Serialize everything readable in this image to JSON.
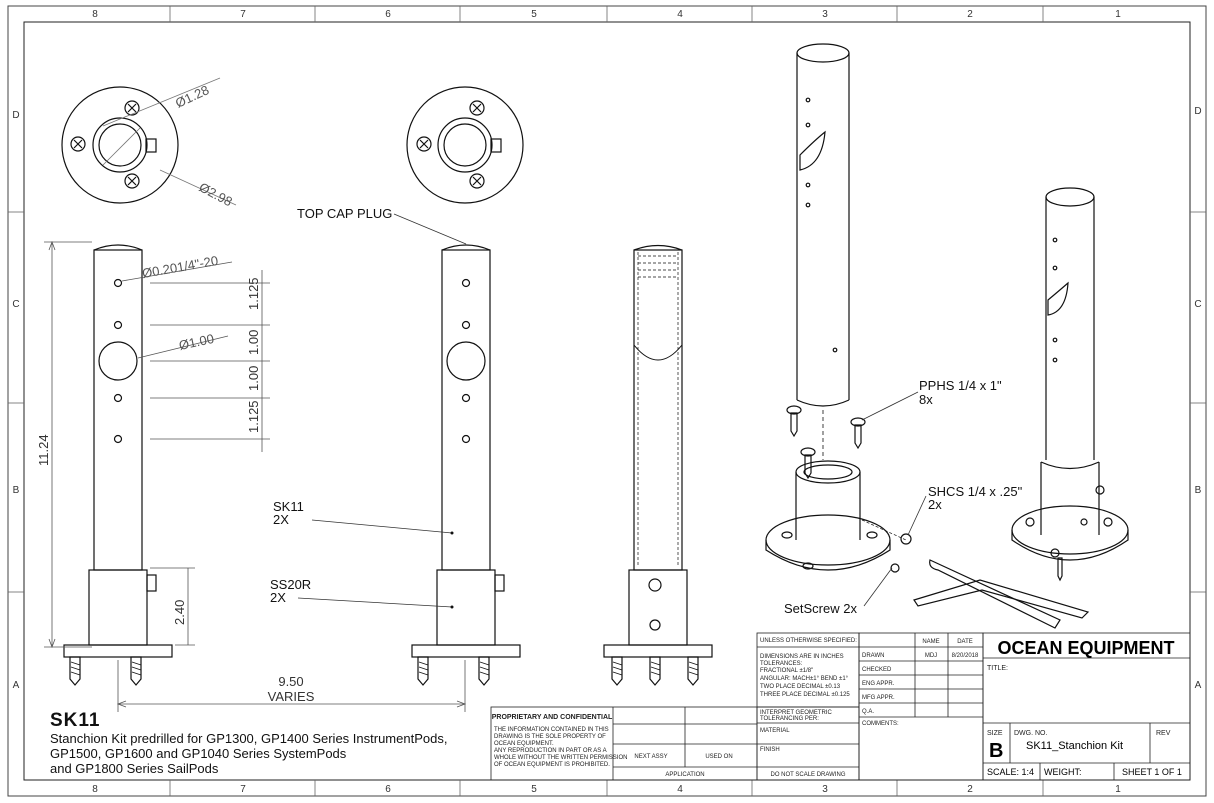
{
  "zones": {
    "columns": [
      "8",
      "7",
      "6",
      "5",
      "4",
      "3",
      "2",
      "1"
    ],
    "rows": [
      "D",
      "C",
      "B",
      "A"
    ]
  },
  "dimensions": {
    "bore_diameter": "Ø1.28",
    "flange_diameter": "Ø2.98",
    "tap_hole": "Ø0.201/4\"-20",
    "hole_diameter": "Ø1.00",
    "spacing_top": "1.125",
    "spacing_mid_upper": "1.00",
    "spacing_mid_lower": "1.00",
    "spacing_bottom": "1.125",
    "overall_height": "11.24",
    "base_height": "2.40",
    "length_value": "9.50",
    "length_varies": "VARIES"
  },
  "callouts": {
    "top_cap_plug": "TOP CAP PLUG",
    "sk11_name": "SK11",
    "sk11_qty": "2X",
    "ss20r_name": "SS20R",
    "ss20r_qty": "2X",
    "pphs_name": "PPHS 1/4 x 1\"",
    "pphs_qty": "8x",
    "shcs_name": "SHCS 1/4 x .25\"",
    "shcs_qty": "2x",
    "setscrew": "SetScrew 2x"
  },
  "product": {
    "code": "SK11",
    "description_lines": [
      "Stanchion Kit predrilled for GP1300, GP1400 Series InstrumentPods,",
      "GP1500, GP1600 and GP1040 Series SystemPods",
      "and GP1800 Series SailPods"
    ]
  },
  "proprietary": {
    "heading": "PROPRIETARY AND CONFIDENTIAL",
    "lines": [
      "THE INFORMATION CONTAINED IN THIS",
      "DRAWING IS THE SOLE PROPERTY OF",
      "OCEAN EQUIPMENT.",
      "ANY REPRODUCTION IN PART OR AS A",
      "WHOLE WITHOUT THE WRITTEN PERMISSION",
      "OF OCEAN EQUIPMENT IS PROHIBITED."
    ],
    "next_assy": "NEXT ASSY",
    "used_on": "USED ON",
    "application": "APPLICATION",
    "do_not_scale": "DO NOT SCALE DRAWING"
  },
  "tolerances": {
    "unless": "UNLESS OTHERWISE SPECIFIED:",
    "lines": [
      "DIMENSIONS ARE IN INCHES",
      "TOLERANCES:",
      "FRACTIONAL ±1/8\"",
      "ANGULAR: MACH±1°   BEND ±1°",
      "TWO PLACE DECIMAL    ±0.13",
      "THREE PLACE DECIMAL  ±0.125"
    ],
    "interpret": [
      "INTERPRET GEOMETRIC",
      "TOLERANCING PER:"
    ],
    "material": "MATERIAL",
    "finish": "FINISH"
  },
  "approvals": {
    "name_header": "NAME",
    "date_header": "DATE",
    "drawn": "DRAWN",
    "drawn_name": "MDJ",
    "drawn_date": "8/20/2018",
    "checked": "CHECKED",
    "eng_appr": "ENG APPR.",
    "mfg_appr": "MFG APPR.",
    "qa": "Q.A.",
    "comments": "COMMENTS:"
  },
  "title_block": {
    "company": "OCEAN EQUIPMENT",
    "title_label": "TITLE:",
    "size_label": "SIZE",
    "size_value": "B",
    "dwg_no_label": "DWG.  NO.",
    "dwg_no_value": "SK11_Stanchion Kit",
    "rev_label": "REV",
    "scale": "SCALE: 1:4",
    "weight": "WEIGHT:",
    "sheet": "SHEET 1 OF 1"
  }
}
